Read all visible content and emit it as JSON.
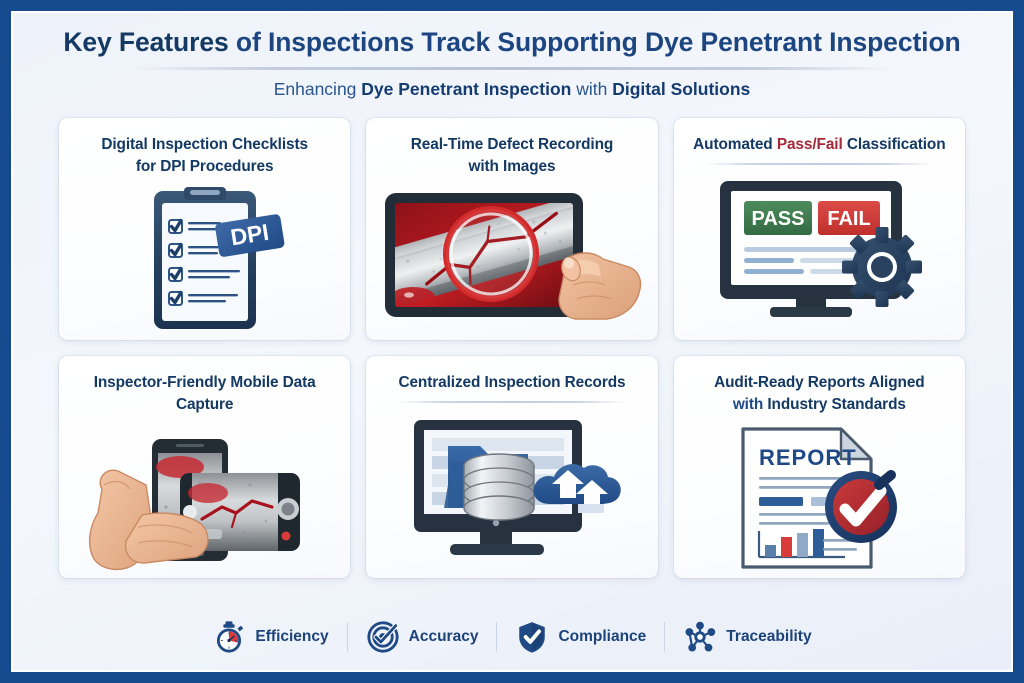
{
  "theme": {
    "border_navy": "#154b8e",
    "page_bg": "#eef2fa",
    "title_navy": "#1c3f77",
    "accent_red": "#a3293a",
    "pass_green": "#3e7a4e",
    "fail_red": "#cc3b38",
    "card_bg": "#ffffff"
  },
  "header": {
    "title_part1": "Key Features",
    "title_part2": "of Inspections Track Supporting Dye Penetrant Inspection",
    "subtitle_part1": "Enhancing",
    "subtitle_part2": "Dye Penetrant Inspection",
    "subtitle_part3": "with",
    "subtitle_part4": "Digital Solutions"
  },
  "cards": [
    {
      "id": "digital-inspection-checklists",
      "title_line1": "Digital Inspection Checklists",
      "title_line2": "for DPI Procedures",
      "art": "clipboard-checklist",
      "tag_label": "DPI",
      "checklist_items": 4
    },
    {
      "id": "real-time-defect-recording",
      "title_line1": "Real-Time Defect Recording",
      "title_line2": "with Images",
      "art": "tablet-crack-magnifier"
    },
    {
      "id": "automated-pass-fail-classification",
      "title_line1_a": "Automated",
      "title_line1_b": "Pass/Fail",
      "title_line1_c": "Classification",
      "art": "monitor-pass-fail",
      "pass_label": "PASS",
      "fail_label": "FAIL"
    },
    {
      "id": "inspector-friendly-mobile-data-capture",
      "title_line1_a": "Inspector-Friendly",
      "title_line1_b": "Mobile Data Capture",
      "art": "hand-smartphones-camera"
    },
    {
      "id": "centralized-inspection-records",
      "title_line1": "Centralized Inspection Records",
      "art": "monitor-folder-database-cloud"
    },
    {
      "id": "audit-ready-reports",
      "title_line1": "Audit-Ready Reports Aligned",
      "title_line2_a": "with",
      "title_line2_b": "Industry Standards",
      "art": "report-document-checkmark",
      "report_label": "REPORT"
    }
  ],
  "footer": {
    "items": [
      {
        "icon": "stopwatch-icon",
        "label": "Efficiency"
      },
      {
        "icon": "target-check-icon",
        "label": "Accuracy"
      },
      {
        "icon": "shield-check-icon",
        "label": "Compliance"
      },
      {
        "icon": "network-nodes-icon",
        "label": "Traceability"
      }
    ]
  }
}
